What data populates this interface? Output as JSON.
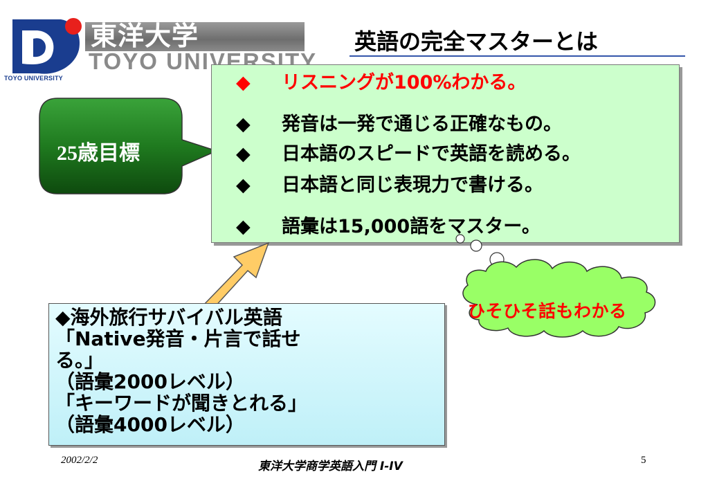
{
  "logo": {
    "caption": "TOYO UNIVERSITY",
    "brand_name": "東洋大学",
    "brand_roman": "TOYO UNIVERSITY"
  },
  "slide": {
    "title": "英語の完全マスターとは",
    "goal_bullet": "◆",
    "goals": [
      "リスニングが100%わかる。",
      "発音は一発で通じる正確なもの。",
      "日本語のスピードで英語を読める。",
      "日本語と同じ表現力で書ける。",
      "語彙は15,000語をマスター。"
    ],
    "callout": "25歳目標",
    "cloud": "ひそひそ話もわかる",
    "survival_lines": [
      "◆海外旅行サバイバル英語",
      "「Native発音・片言で話せ",
      "る。」",
      "（語彙2000レベル）",
      "「キーワードが聞きとれる」",
      "（語彙4000レベル）"
    ]
  },
  "footer": {
    "date": "2002/2/2",
    "course": "東洋大学商学英語入門 I-IV",
    "page": "5"
  },
  "colors": {
    "goal_box": "#ccffcc",
    "callout_green": "#1f7a1f",
    "cloud_fill": "#99ff66",
    "arrow_fill": "#ffcc66",
    "survival_box": "#ccf5fb",
    "highlight_red": "#ff0000",
    "logo_blue": "#1a3d8f",
    "logo_red": "#e8201c"
  }
}
